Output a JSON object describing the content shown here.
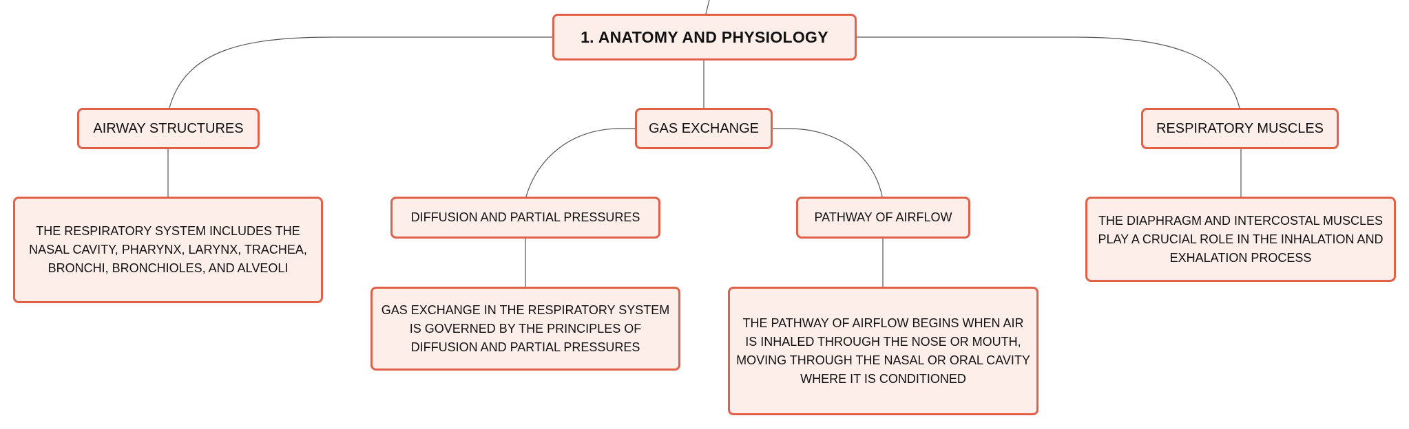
{
  "root": {
    "label": "1. ANATOMY AND PHYSIOLOGY"
  },
  "branches": {
    "airway": {
      "label": "AIRWAY STRUCTURES",
      "detail": "THE RESPIRATORY SYSTEM INCLUDES THE NASAL CAVITY, PHARYNX, LARYNX, TRACHEA, BRONCHI, BRONCHIOLES, AND ALVEOLI"
    },
    "gas_exchange": {
      "label": "GAS EXCHANGE",
      "children": {
        "diffusion": {
          "label": "DIFFUSION AND PARTIAL PRESSURES",
          "detail": "GAS EXCHANGE IN THE RESPIRATORY SYSTEM IS GOVERNED BY THE PRINCIPLES OF DIFFUSION AND PARTIAL PRESSURES"
        },
        "airflow": {
          "label": "PATHWAY OF AIRFLOW",
          "detail": "THE PATHWAY OF AIRFLOW BEGINS WHEN AIR IS INHALED THROUGH THE NOSE OR MOUTH, MOVING THROUGH THE NASAL OR ORAL CAVITY WHERE IT IS CONDITIONED"
        }
      }
    },
    "muscles": {
      "label": "RESPIRATORY MUSCLES",
      "detail": "THE DIAPHRAGM AND INTERCOSTAL MUSCLES PLAY A CRUCIAL ROLE IN THE INHALATION AND EXHALATION PROCESS"
    }
  },
  "colors": {
    "node_fill": "#fdeeea",
    "node_border": "#e0604a",
    "connector": "#555555",
    "text": "#111111"
  }
}
